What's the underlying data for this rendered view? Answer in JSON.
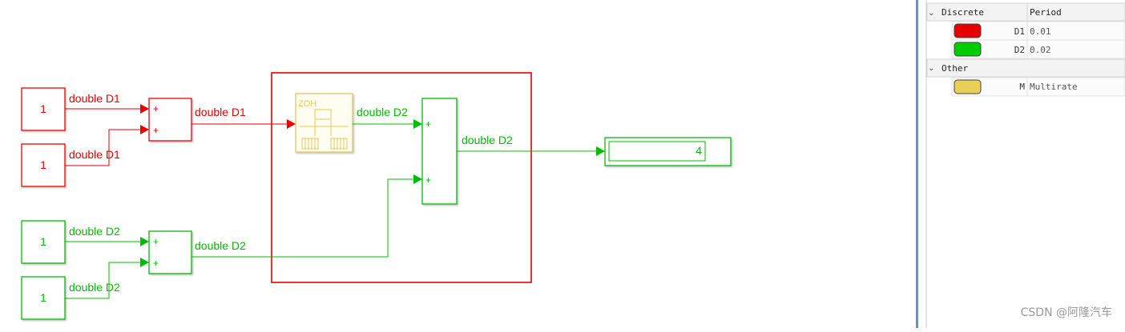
{
  "colors": {
    "d1": "#e60000",
    "d2": "#00bb00",
    "multirate": "#e8cf58",
    "zoh_text": "#e0c860"
  },
  "canvas": {
    "constants": [
      {
        "value": "1",
        "rate": "D1"
      },
      {
        "value": "1",
        "rate": "D1"
      },
      {
        "value": "1",
        "rate": "D2"
      },
      {
        "value": "1",
        "rate": "D2"
      }
    ],
    "signal_labels": {
      "c1": "double D1",
      "c2": "double D1",
      "c3": "double D2",
      "c4": "double D2",
      "sum1_out": "double D1",
      "sum2_out": "double D2",
      "zoh_out": "double D2",
      "sum3_out": "double D2"
    },
    "sum_signs": [
      "+",
      "+"
    ],
    "zoh_label": "ZOH",
    "display_value": "4"
  },
  "legend": {
    "header_col1": "Discrete",
    "header_col2": "Period",
    "discrete": [
      {
        "name": "D1",
        "period": "0.01",
        "color": "#e60000"
      },
      {
        "name": "D2",
        "period": "0.02",
        "color": "#00cc00"
      }
    ],
    "other_label": "Other",
    "other": [
      {
        "name": "M",
        "period": "Multirate",
        "color": "#e8cf58"
      }
    ]
  },
  "watermark": "CSDN @阿隆汽车"
}
